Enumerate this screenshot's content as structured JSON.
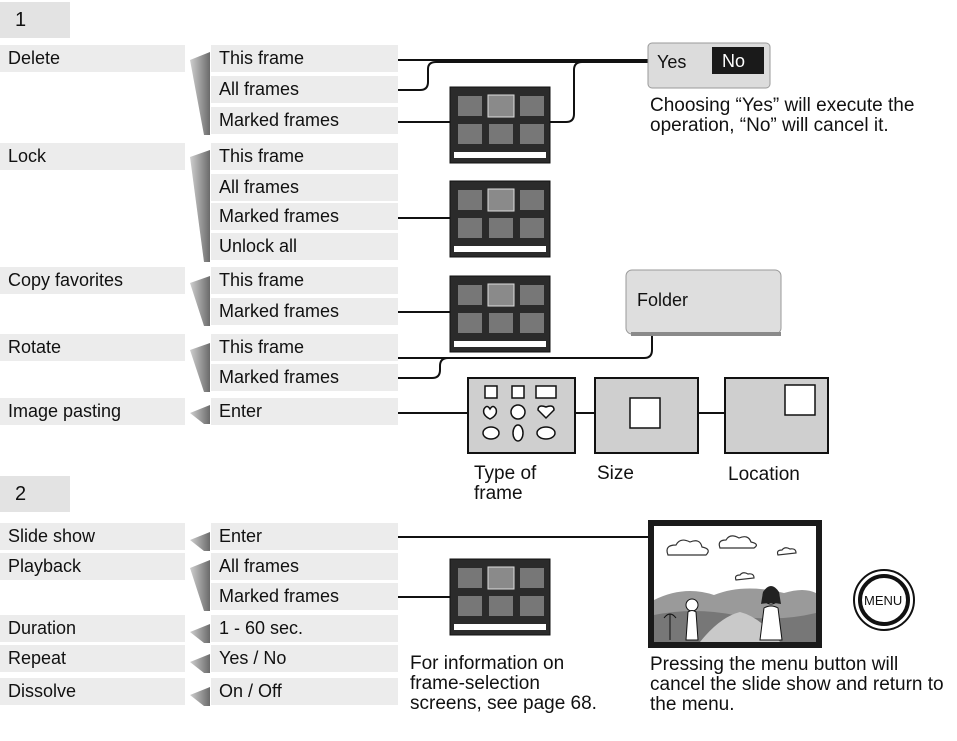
{
  "section1": {
    "number": "1",
    "items": [
      {
        "label": "Delete",
        "options": [
          "This frame",
          "All frames",
          "Marked frames"
        ]
      },
      {
        "label": "Lock",
        "options": [
          "This frame",
          "All frames",
          "Marked frames",
          "Unlock all"
        ]
      },
      {
        "label": "Copy favorites",
        "options": [
          "This frame",
          "Marked frames"
        ]
      },
      {
        "label": "Rotate",
        "options": [
          "This frame",
          "Marked frames"
        ]
      },
      {
        "label": "Image pasting",
        "options": [
          "Enter"
        ]
      }
    ]
  },
  "section2": {
    "number": "2",
    "items": [
      {
        "label": "Slide show",
        "options": [
          "Enter"
        ]
      },
      {
        "label": "Playback",
        "options": [
          "All frames",
          "Marked frames"
        ]
      },
      {
        "label": "Duration",
        "options": [
          "1 - 60 sec."
        ]
      },
      {
        "label": "Repeat",
        "options": [
          "Yes / No"
        ]
      },
      {
        "label": "Dissolve",
        "options": [
          "On / Off"
        ]
      }
    ]
  },
  "dialog": {
    "yes": "Yes",
    "no": "No"
  },
  "folder": {
    "label": "Folder"
  },
  "notes": {
    "yes_no": "Choosing “Yes” will execute the operation, “No” will cancel it.",
    "frame_selection": "For information on frame-selection screens, see page 68.",
    "menu_button": "Pressing the menu button will cancel the slide show and return to the menu."
  },
  "pasting_steps": {
    "type_of_frame": "Type of frame",
    "size": "Size",
    "location": "Location"
  },
  "menu_button_label": "MENU"
}
